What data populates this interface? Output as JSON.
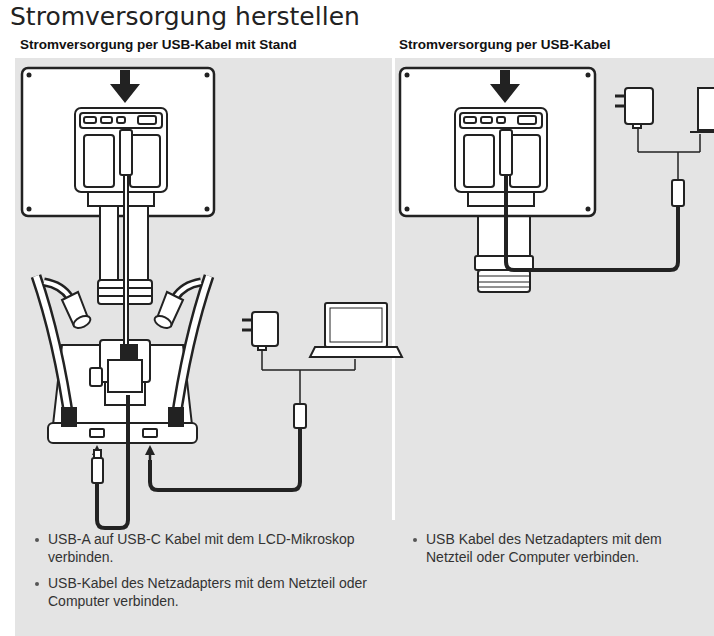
{
  "diagram": {
    "title": "Stromversorgung herstellen",
    "labels": [
      "Stromversorgung per USB-Kabel mit Stand",
      "Stromversorgung per USB-Kabel",
      "USB-A auf USB-C Kabel mit dem LCD-Mikroskop verbinden.",
      "USB-Kabel des Netzadapters mit dem Netzteil oder Computer verbinden.",
      "USB Kabel des Netzadapters mit dem Netzteil oder Computer verbinden."
    ]
  }
}
